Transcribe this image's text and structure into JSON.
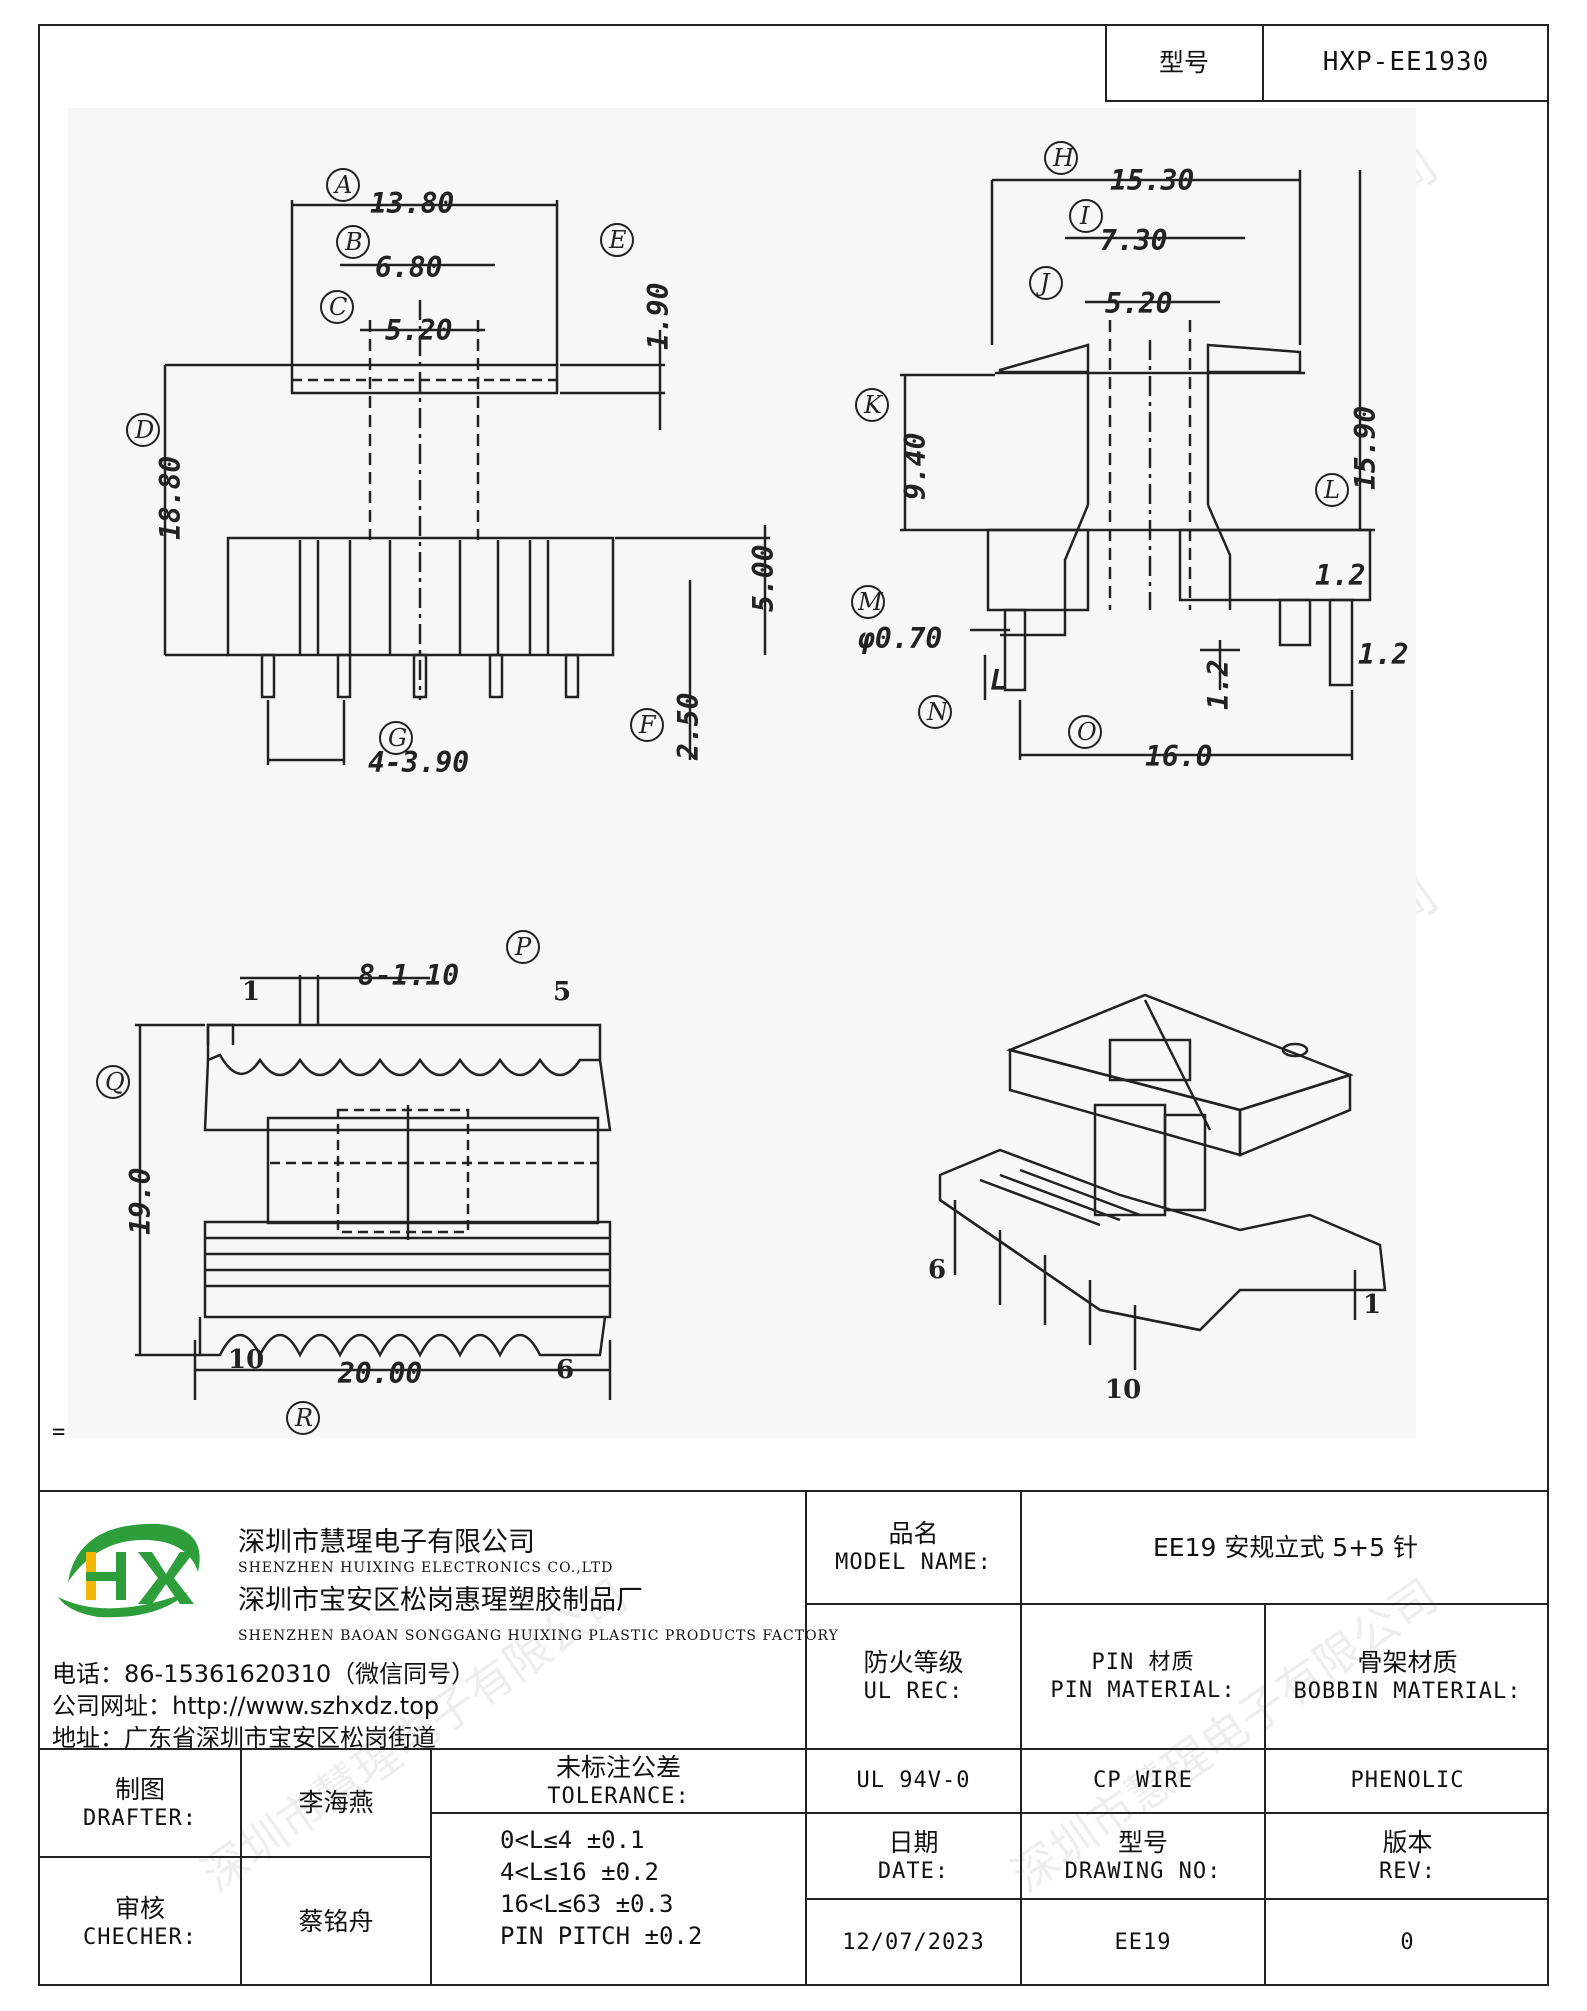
{
  "header": {
    "model_label": "型号",
    "model_value": "HXP-EE1930"
  },
  "drawing": {
    "top_view": {
      "dim_A": "13.80",
      "dim_B": "6.80",
      "dim_C": "5.20",
      "dim_D": "18.80",
      "dim_E": "1.90",
      "dim_body": "5.00",
      "dim_F": "2.50",
      "dim_pitch": "4-3.90",
      "labels": [
        "A",
        "B",
        "C",
        "D",
        "E",
        "F",
        "G"
      ]
    },
    "side_view": {
      "dim_H": "15.30",
      "dim_I": "7.30",
      "dim_J": "5.20",
      "dim_K": "9.40",
      "dim_side": "15.90",
      "dim_M": "φ0.70",
      "dim_O": "16.0",
      "dim_12a": "1.2",
      "dim_12b": "1.2",
      "dim_12c": "1.2",
      "dim_N": "L",
      "labels": [
        "H",
        "I",
        "J",
        "K",
        "L",
        "M",
        "N",
        "O"
      ]
    },
    "bottom_view": {
      "dim_P": "8-1.10",
      "dim_Q": "19.0",
      "dim_R": "20.00",
      "pin_1": "1",
      "pin_5": "5",
      "pin_10": "10",
      "pin_6": "6",
      "labels": [
        "P",
        "Q",
        "R"
      ]
    },
    "iso_view": {
      "pin_6": "6",
      "pin_1": "1",
      "pin_10": "10"
    },
    "mark": "="
  },
  "company": {
    "name_cn": "深圳市慧瑆电子有限公司",
    "name_en": "SHENZHEN HUIXING ELECTRONICS CO.,LTD",
    "factory_cn": "深圳市宝安区松岗惠瑆塑胶制品厂",
    "factory_en": "SHENZHEN BAOAN SONGGANG HUIXING PLASTIC PRODUCTS FACTORY",
    "phone": "电话：86-15361620310（微信同号）",
    "website": "公司网址：http://www.szhxdz.top",
    "address": "地址：广东省深圳市宝安区松岗街道",
    "logo_text": "HX"
  },
  "title_block": {
    "model_name_cn": "品名",
    "model_name_en": "MODEL NAME:",
    "model_name_value": "EE19 安规立式 5+5 针",
    "ul_cn": "防火等级",
    "ul_en": "UL REC:",
    "pin_cn": "PIN 材质",
    "pin_en": "PIN MATERIAL:",
    "bobbin_cn": "骨架材质",
    "bobbin_en": "BOBBIN MATERIAL:",
    "ul_value": "UL 94V-0",
    "pin_value": "CP WIRE",
    "bobbin_value": "PHENOLIC",
    "drafter_cn": "制图",
    "drafter_en": "DRAFTER:",
    "drafter_name": "李海燕",
    "checker_cn": "审核",
    "checker_en": "CHECHER:",
    "checker_name": "蔡铭舟",
    "tolerance_cn": "未标注公差",
    "tolerance_en": "TOLERANCE:",
    "tolerance_lines": [
      "0<L≤4  ±0.1",
      "4<L≤16 ±0.2",
      "16<L≤63 ±0.3",
      "PIN PITCH ±0.2"
    ],
    "date_cn": "日期",
    "date_en": "DATE:",
    "date_value": "12/07/2023",
    "drawing_no_cn": "型号",
    "drawing_no_en": "DRAWING NO:",
    "drawing_no_value": "EE19",
    "rev_cn": "版本",
    "rev_en": "REV:",
    "rev_value": "0"
  },
  "watermark": "深圳市慧瑆电子有限公司",
  "colors": {
    "logo_green": "#2e9e3a",
    "logo_yellow": "#f2b705",
    "line": "#222222"
  }
}
